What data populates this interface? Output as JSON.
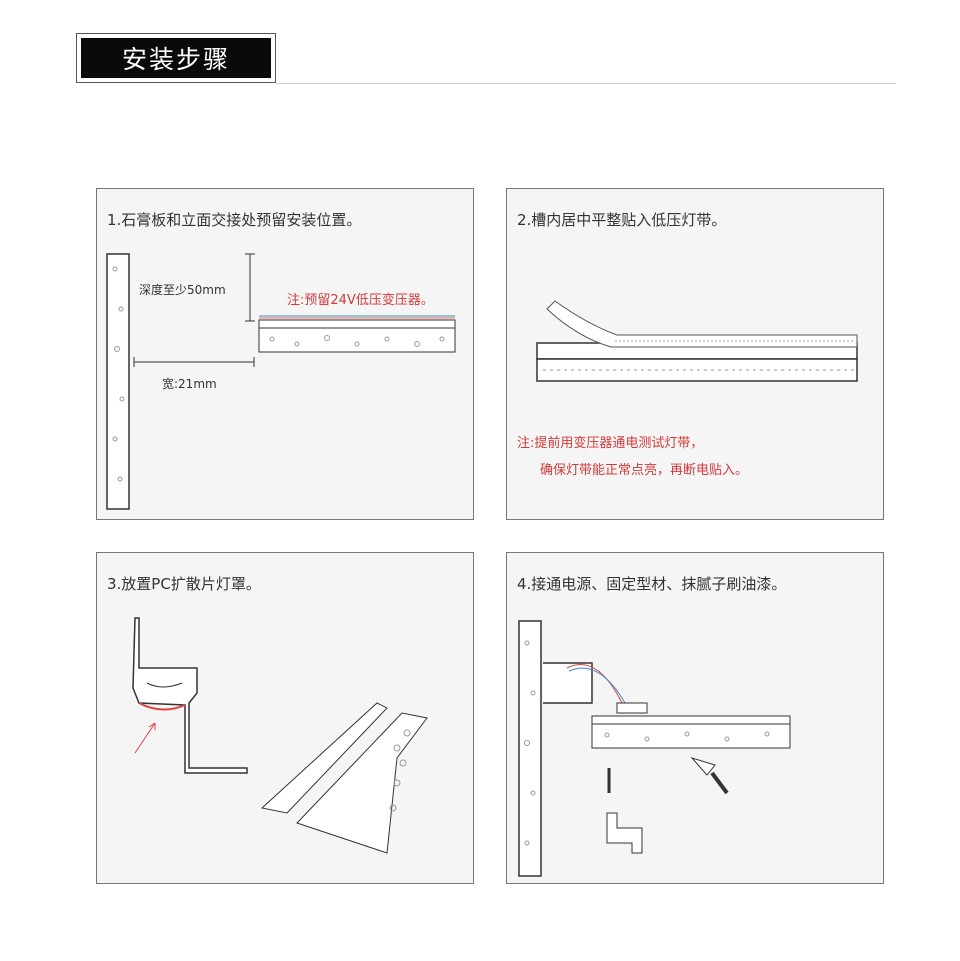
{
  "header": {
    "title": "安装步骤"
  },
  "steps": [
    {
      "title": "1.石膏板和立面交接处预留安装位置。",
      "depth_label": "深度至少50mm",
      "width_label": "宽:21mm",
      "note": "注:预留24V低压变压器。"
    },
    {
      "title": "2.槽内居中平整贴入低压灯带。",
      "note_line1": "注:提前用变压器通电测试灯带，",
      "note_line2": "确保灯带能正常点亮，再断电贴入。"
    },
    {
      "title": "3.放置PC扩散片灯罩。"
    },
    {
      "title": "4.接通电源、固定型材、抹腻子刷油漆。"
    }
  ],
  "colors": {
    "note": "#d23a3a",
    "header_bg": "#0a0a0a"
  }
}
